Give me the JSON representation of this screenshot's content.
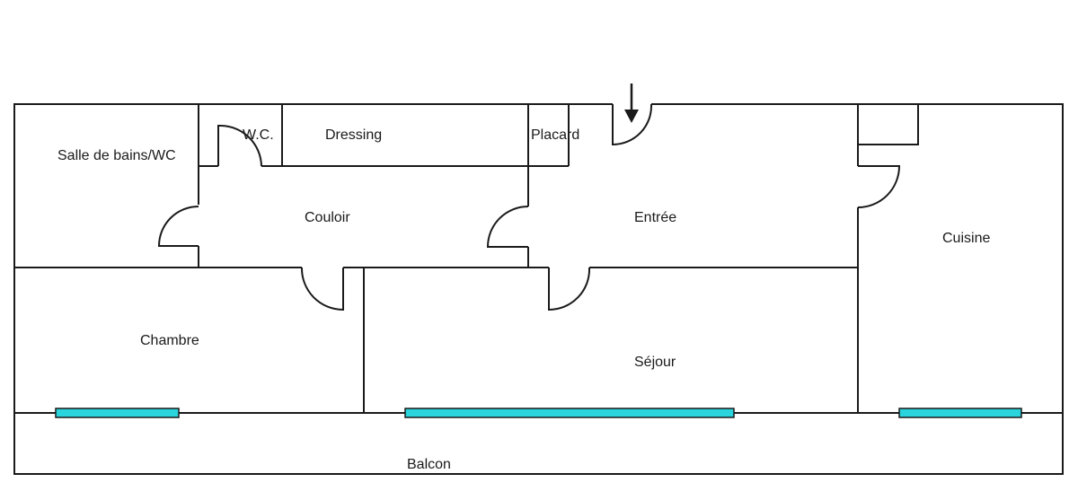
{
  "rooms": {
    "salle_de_bains": "Salle de bains/WC",
    "wc": "W.C.",
    "dressing": "Dressing",
    "placard": "Placard",
    "couloir": "Couloir",
    "entree": "Entrée",
    "cuisine": "Cuisine",
    "chambre": "Chambre",
    "sejour": "Séjour",
    "balcon": "Balcon"
  },
  "colors": {
    "wall": "#1a1a1a",
    "window": "#2ad4dc",
    "background": "#ffffff"
  },
  "icons": {
    "entrance": "arrow-down-icon"
  }
}
